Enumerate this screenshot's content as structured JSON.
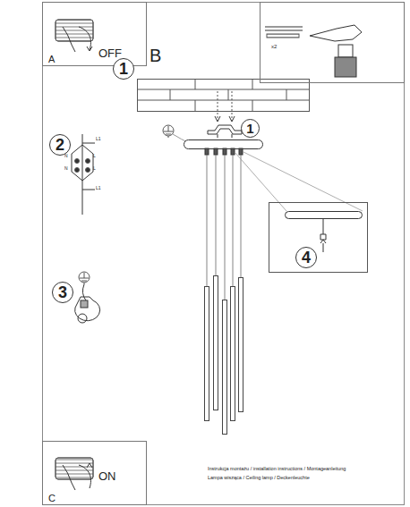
{
  "diagram": {
    "nodes": [
      {
        "text": [
          "A",
          "OFF"
        ]
      },
      {
        "text": [
          "x2"
        ]
      },
      {
        "text": [
          "1"
        ],
        "in": 1
      },
      {
        "text": [
          "1"
        ]
      },
      {
        "text": [
          "2"
        ]
      },
      {
        "text": [
          "3"
        ]
      },
      {
        "text": [
          "4"
        ]
      },
      {
        "text": [
          "C",
          "ON"
        ]
      }
    ],
    "labels": [
      "B",
      "L1",
      "N",
      "L",
      "N",
      "L",
      "L1",
      "Instrukcja montażu / installation instructions / Montageanleitung",
      "Lampa wisząca / Ceiling lamp / Deckenleuchte"
    ]
  }
}
